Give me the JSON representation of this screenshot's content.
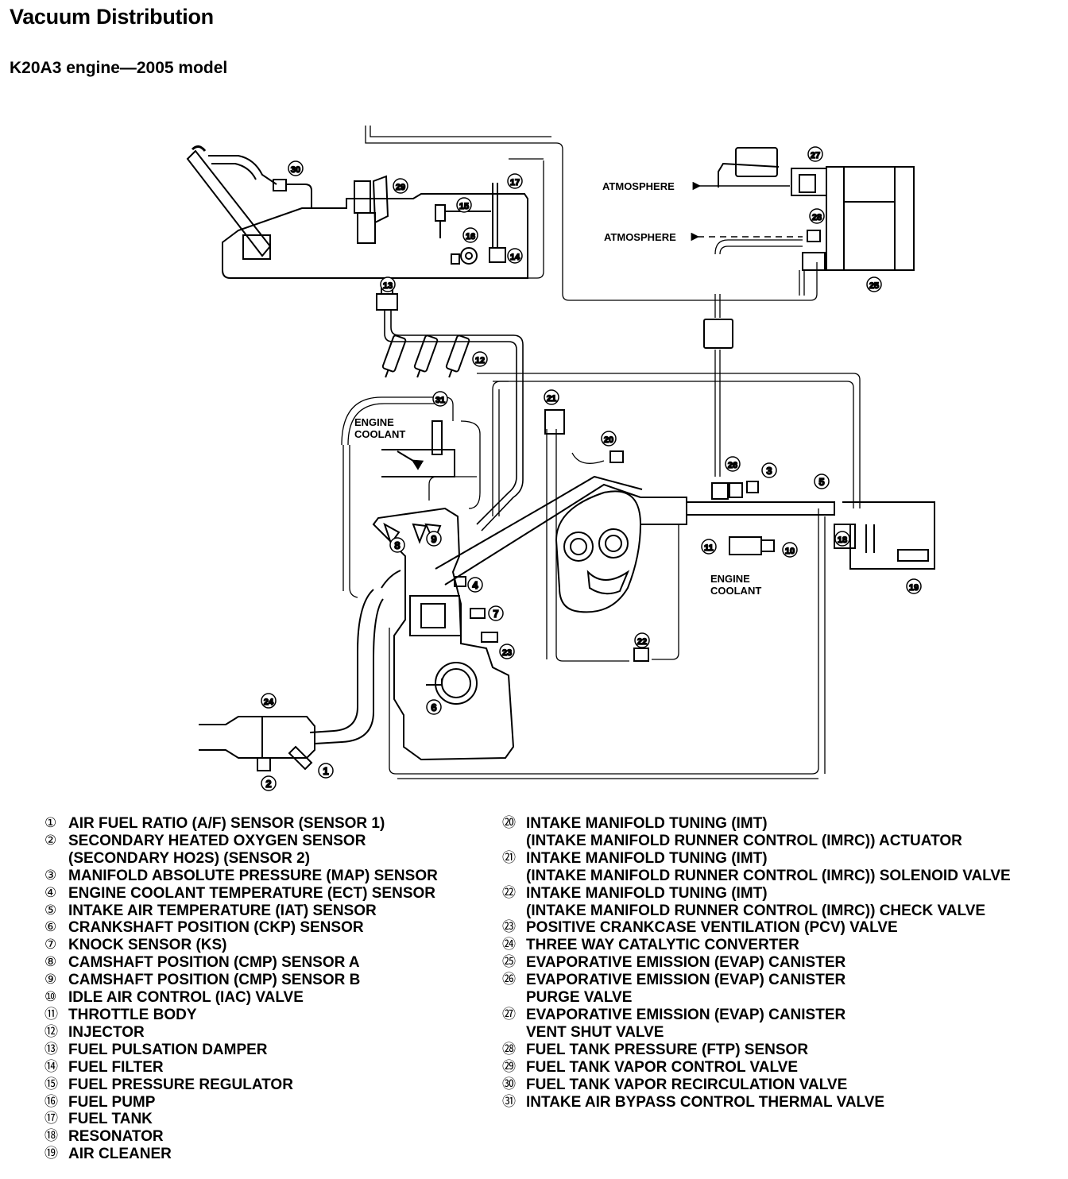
{
  "title": "Vacuum Distribution",
  "subtitle": "K20A3 engine—2005 model",
  "diagram": {
    "callouts": [
      "1",
      "2",
      "3",
      "4",
      "5",
      "6",
      "7",
      "8",
      "9",
      "10",
      "11",
      "12",
      "13",
      "14",
      "15",
      "16",
      "17",
      "18",
      "19",
      "20",
      "21",
      "22",
      "23",
      "24",
      "25",
      "26",
      "27",
      "28",
      "29",
      "30",
      "31"
    ],
    "labels": {
      "atmosphere_upper": "ATMOSPHERE",
      "atmosphere_lower": "ATMOSPHERE",
      "engine_coolant_upper": [
        "ENGINE",
        "COOLANT"
      ],
      "engine_coolant_lower": [
        "ENGINE",
        "COOLANT"
      ]
    }
  },
  "legend_left": [
    {
      "num": "①",
      "lines": [
        "AIR FUEL RATIO (A/F) SENSOR (SENSOR 1)"
      ]
    },
    {
      "num": "②",
      "lines": [
        "SECONDARY HEATED OXYGEN SENSOR",
        "(SECONDARY HO2S) (SENSOR 2)"
      ]
    },
    {
      "num": "③",
      "lines": [
        "MANIFOLD ABSOLUTE PRESSURE (MAP) SENSOR"
      ]
    },
    {
      "num": "④",
      "lines": [
        "ENGINE COOLANT TEMPERATURE (ECT) SENSOR"
      ]
    },
    {
      "num": "⑤",
      "lines": [
        "INTAKE AIR TEMPERATURE (IAT) SENSOR"
      ]
    },
    {
      "num": "⑥",
      "lines": [
        "CRANKSHAFT POSITION (CKP) SENSOR"
      ]
    },
    {
      "num": "⑦",
      "lines": [
        "KNOCK SENSOR (KS)"
      ]
    },
    {
      "num": "⑧",
      "lines": [
        "CAMSHAFT POSITION (CMP) SENSOR A"
      ]
    },
    {
      "num": "⑨",
      "lines": [
        "CAMSHAFT POSITION (CMP) SENSOR B"
      ]
    },
    {
      "num": "⑩",
      "lines": [
        "IDLE AIR CONTROL (IAC) VALVE"
      ]
    },
    {
      "num": "⑪",
      "lines": [
        "THROTTLE BODY"
      ]
    },
    {
      "num": "⑫",
      "lines": [
        "INJECTOR"
      ]
    },
    {
      "num": "⑬",
      "lines": [
        "FUEL PULSATION DAMPER"
      ]
    },
    {
      "num": "⑭",
      "lines": [
        "FUEL FILTER"
      ]
    },
    {
      "num": "⑮",
      "lines": [
        "FUEL PRESSURE REGULATOR"
      ]
    },
    {
      "num": "⑯",
      "lines": [
        "FUEL PUMP"
      ]
    },
    {
      "num": "⑰",
      "lines": [
        "FUEL TANK"
      ]
    },
    {
      "num": "⑱",
      "lines": [
        "RESONATOR"
      ]
    },
    {
      "num": "⑲",
      "lines": [
        "AIR CLEANER"
      ]
    }
  ],
  "legend_right": [
    {
      "num": "⑳",
      "lines": [
        "INTAKE MANIFOLD TUNING (IMT)",
        "(INTAKE MANIFOLD RUNNER CONTROL (IMRC)) ACTUATOR"
      ]
    },
    {
      "num": "㉑",
      "lines": [
        "INTAKE MANIFOLD TUNING (IMT)",
        "(INTAKE MANIFOLD RUNNER CONTROL (IMRC)) SOLENOID VALVE"
      ]
    },
    {
      "num": "㉒",
      "lines": [
        "INTAKE MANIFOLD TUNING (IMT)",
        "(INTAKE MANIFOLD RUNNER CONTROL (IMRC)) CHECK VALVE"
      ]
    },
    {
      "num": "㉓",
      "lines": [
        "POSITIVE CRANKCASE VENTILATION (PCV) VALVE"
      ]
    },
    {
      "num": "㉔",
      "lines": [
        "THREE WAY CATALYTIC CONVERTER"
      ]
    },
    {
      "num": "㉕",
      "lines": [
        "EVAPORATIVE EMISSION (EVAP) CANISTER"
      ]
    },
    {
      "num": "㉖",
      "lines": [
        "EVAPORATIVE EMISSION (EVAP) CANISTER",
        "PURGE VALVE"
      ]
    },
    {
      "num": "㉗",
      "lines": [
        "EVAPORATIVE EMISSION (EVAP) CANISTER",
        "VENT SHUT VALVE"
      ]
    },
    {
      "num": "㉘",
      "lines": [
        "FUEL TANK PRESSURE (FTP) SENSOR"
      ]
    },
    {
      "num": "㉙",
      "lines": [
        "FUEL TANK VAPOR CONTROL VALVE"
      ]
    },
    {
      "num": "㉚",
      "lines": [
        "FUEL TANK VAPOR RECIRCULATION VALVE"
      ]
    },
    {
      "num": "㉛",
      "lines": [
        "INTAKE AIR BYPASS CONTROL THERMAL VALVE"
      ]
    }
  ]
}
